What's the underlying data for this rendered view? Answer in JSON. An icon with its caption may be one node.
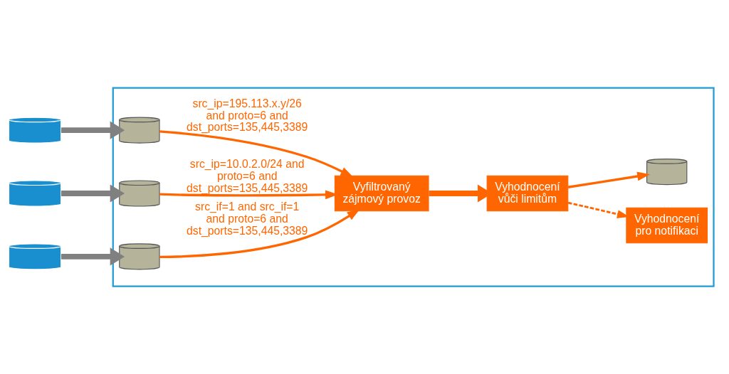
{
  "diagram": {
    "nodes": [
      {
        "text": [],
        "shape": "router"
      },
      {
        "text": [],
        "shape": "router"
      },
      {
        "text": [],
        "shape": "router"
      },
      {
        "text": [],
        "shape": "box"
      },
      {
        "text": [],
        "shape": "cylinder",
        "in": 3
      },
      {
        "text": [],
        "shape": "cylinder",
        "in": 3
      },
      {
        "text": [],
        "shape": "cylinder",
        "in": 3
      },
      {
        "text": [
          "Vyfiltrovaný zájmový provoz"
        ],
        "in": 3
      },
      {
        "text": [
          "Vyhodnocení vůči limitům"
        ],
        "in": 3
      },
      {
        "text": [
          "Vyhodnocení pro notifikaci"
        ],
        "in": 3
      },
      {
        "text": [],
        "shape": "cylinder",
        "in": 3
      }
    ],
    "edges": [
      {
        "from": 0,
        "to": 4,
        "arrow": "to",
        "style": "thick",
        "color": "#808080"
      },
      {
        "from": 1,
        "to": 5,
        "arrow": "to",
        "style": "thick",
        "color": "#808080"
      },
      {
        "from": 2,
        "to": 6,
        "arrow": "to",
        "style": "thick",
        "color": "#808080"
      },
      {
        "from": 4,
        "to": 7,
        "arrow": "to",
        "label": "src_ip=195.113.x.y/26 and proto=6 and dst_ports=135,445,3389"
      },
      {
        "from": 5,
        "to": 7,
        "arrow": "to",
        "label": "src_ip=10.0.2.0/24 and proto=6 and dst_ports=135,445,3389"
      },
      {
        "from": 6,
        "to": 7,
        "arrow": "to",
        "label": "src_if=1 and src_if=1 and proto=6 and dst_ports=135,445,3389"
      },
      {
        "from": 7,
        "to": 8,
        "arrow": "to",
        "style": "thick"
      },
      {
        "from": 8,
        "to": 9,
        "arrow": "to",
        "style": "dashed"
      },
      {
        "from": 8,
        "to": 10,
        "arrow": "to"
      }
    ]
  }
}
